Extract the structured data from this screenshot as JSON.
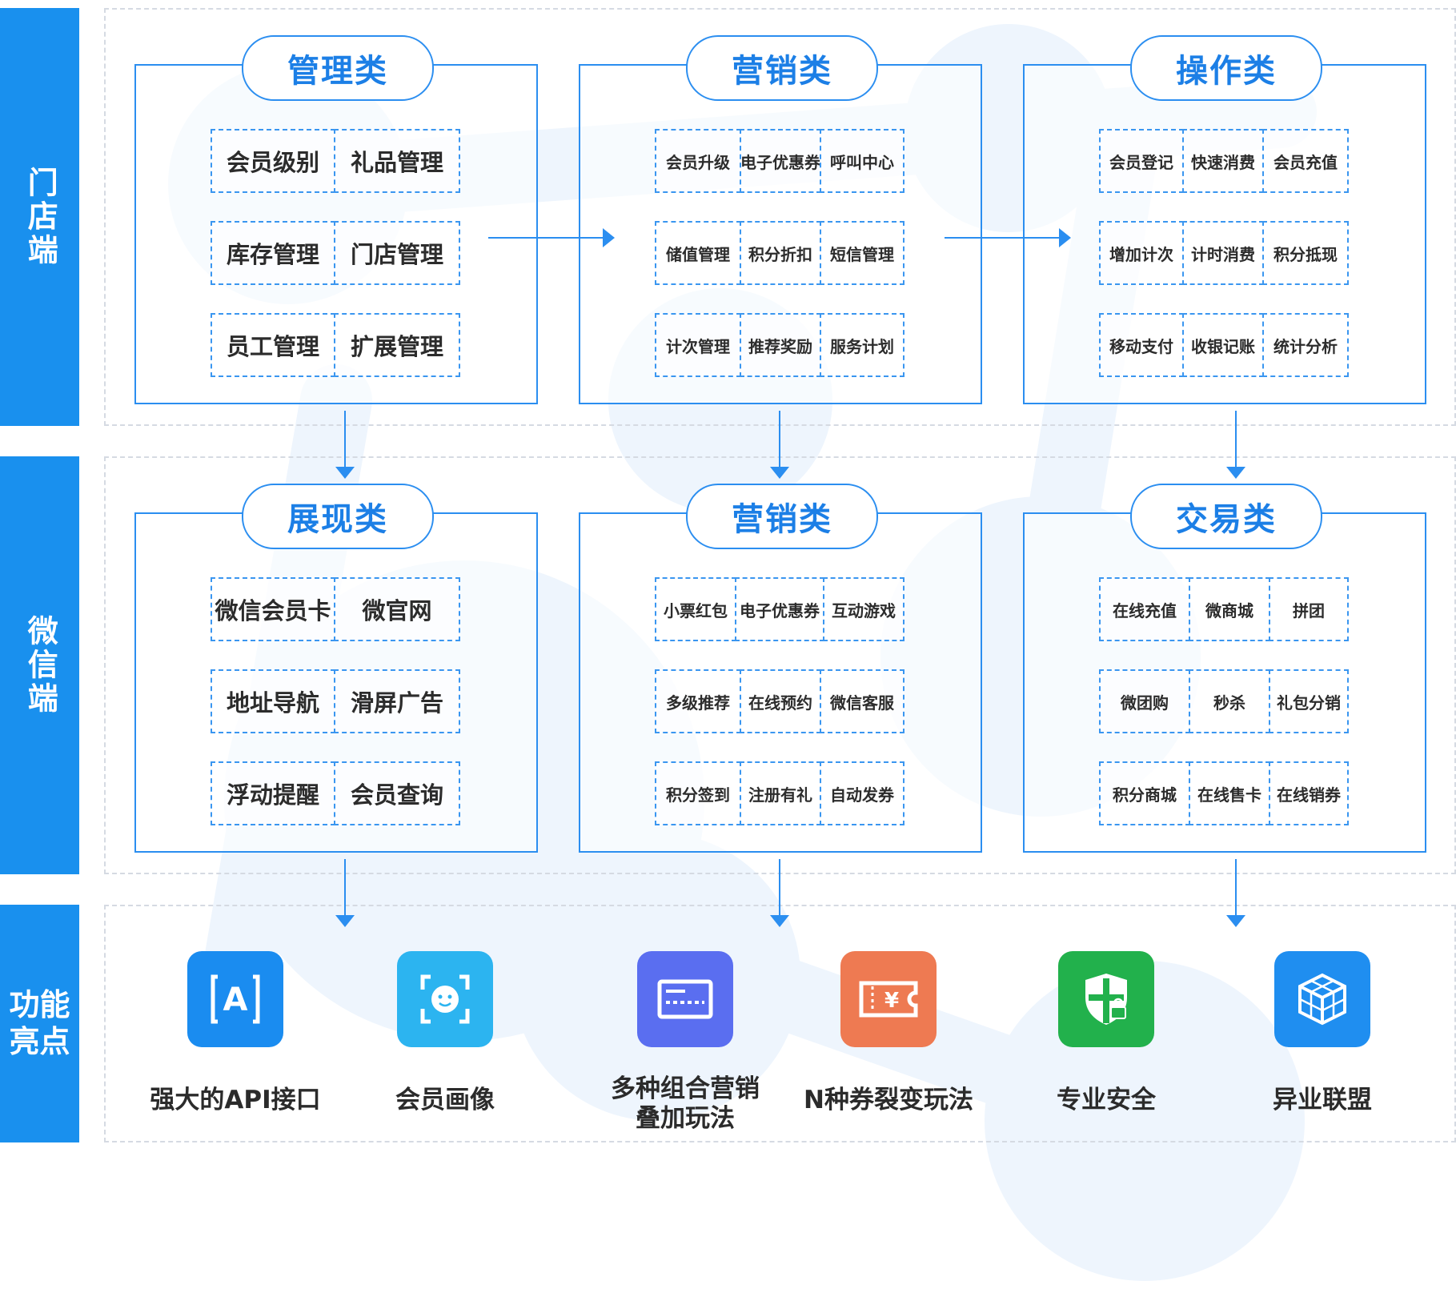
{
  "sidebar": {
    "store": "门店端",
    "wechat": "微信端",
    "features": "功能亮点"
  },
  "store_section": [
    {
      "title": "管理类",
      "rows": [
        [
          "会员级别",
          "礼品管理"
        ],
        [
          "库存管理",
          "门店管理"
        ],
        [
          "员工管理",
          "扩展管理"
        ]
      ]
    },
    {
      "title": "营销类",
      "rows": [
        [
          "会员升级",
          "电子优惠券",
          "呼叫中心"
        ],
        [
          "储值管理",
          "积分折扣",
          "短信管理"
        ],
        [
          "计次管理",
          "推荐奖励",
          "服务计划"
        ]
      ]
    },
    {
      "title": "操作类",
      "rows": [
        [
          "会员登记",
          "快速消费",
          "会员充值"
        ],
        [
          "增加计次",
          "计时消费",
          "积分抵现"
        ],
        [
          "移动支付",
          "收银记账",
          "统计分析"
        ]
      ]
    }
  ],
  "wechat_section": [
    {
      "title": "展现类",
      "rows": [
        [
          "微信会员卡",
          "微官网"
        ],
        [
          "地址导航",
          "滑屏广告"
        ],
        [
          "浮动提醒",
          "会员查询"
        ]
      ]
    },
    {
      "title": "营销类",
      "rows": [
        [
          "小票红包",
          "电子优惠券",
          "互动游戏"
        ],
        [
          "多级推荐",
          "在线预约",
          "微信客服"
        ],
        [
          "积分签到",
          "注册有礼",
          "自动发券"
        ]
      ]
    },
    {
      "title": "交易类",
      "rows": [
        [
          "在线充值",
          "微商城",
          "拼团"
        ],
        [
          "微团购",
          "秒杀",
          "礼包分销"
        ],
        [
          "积分商城",
          "在线售卡",
          "在线销券"
        ]
      ]
    }
  ],
  "features": [
    {
      "label": "强大的API接口",
      "icon": "api-icon",
      "color": "#1a8cf0"
    },
    {
      "label": "会员画像",
      "icon": "face-scan-icon",
      "color": "#2cb4f0"
    },
    {
      "label": "多种组合营销\n叠加玩法",
      "icon": "card-icon",
      "color": "#5a6ef0"
    },
    {
      "label": "N种券裂变玩法",
      "icon": "coupon-icon",
      "color": "#ee7a52"
    },
    {
      "label": "专业安全",
      "icon": "shield-lock-icon",
      "color": "#22b14c"
    },
    {
      "label": "异业联盟",
      "icon": "cube-icon",
      "color": "#1f8ef0"
    }
  ],
  "colors": {
    "accent": "#1990ee",
    "border": "#2b8ef0"
  }
}
